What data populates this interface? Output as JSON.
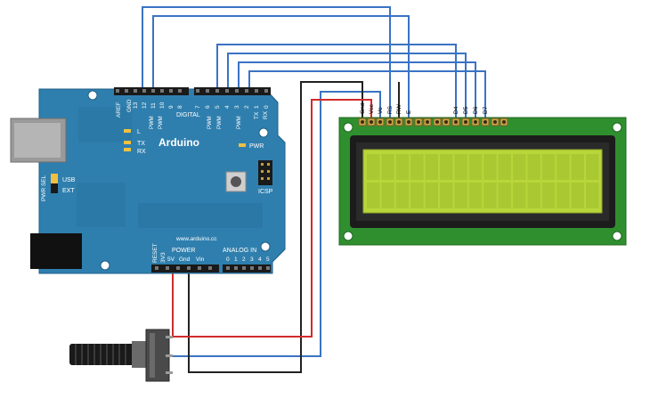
{
  "colors": {
    "board": "#2f7fae",
    "board_dark": "#236a94",
    "lcd_pcb": "#2f8f2f",
    "lcd_screen": "#b8d63a",
    "wire_blue": "#3a73c4",
    "wire_red": "#d12b2b",
    "wire_black": "#222222"
  },
  "arduino": {
    "brand": "Arduino",
    "url": "www.arduino.cc",
    "digital_label": "DIGITAL",
    "aref": "AREF",
    "gnd": "GND",
    "top_pins": [
      "13",
      "12",
      "11",
      "10",
      "9",
      "8",
      "7",
      "6",
      "5",
      "4",
      "3",
      "2",
      "1",
      "0"
    ],
    "pwm_labels": [
      "PWM",
      "PWM",
      "PWM",
      "PWM",
      "PWM"
    ],
    "tx_top": "TX",
    "rx_top": "RX",
    "led_l": "L",
    "led_tx": "TX",
    "led_rx": "RX",
    "pwr_led": "PWR",
    "icsp": "ICSP",
    "pwr_sel": "PWR SEL",
    "usb": "USB",
    "ext": "EXT",
    "reset": "RESET",
    "v33": "3V3",
    "power": "POWER",
    "v5": "5V",
    "gnd_bottom": "Gnd",
    "vin": "Vin",
    "analog_in": "ANALOG IN",
    "analog_pins": [
      "0",
      "1",
      "2",
      "3",
      "4",
      "5"
    ]
  },
  "lcd": {
    "pin_labels": [
      "Gnd",
      "Vcc",
      "Vo",
      "RS",
      "RW",
      "E",
      "D4",
      "D5",
      "D6",
      "D7"
    ]
  }
}
